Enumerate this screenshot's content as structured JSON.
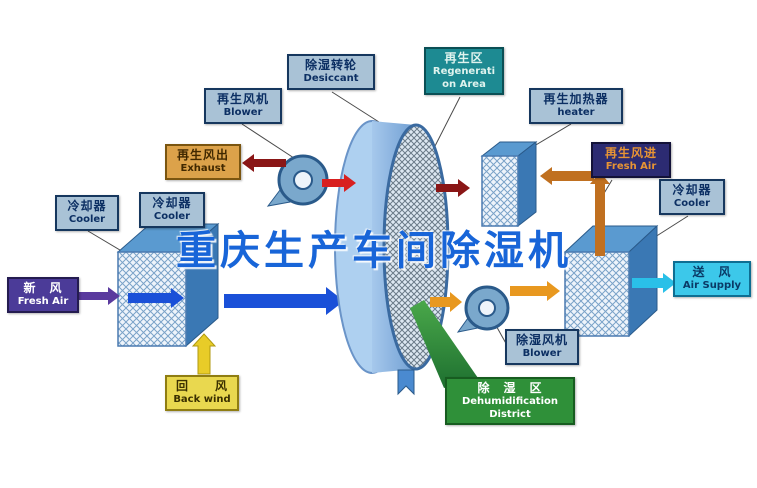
{
  "title": "重庆生产车间除湿机",
  "labels": {
    "regen_blower": {
      "zh": "再生风机",
      "en": "Blower"
    },
    "desiccant_wheel": {
      "zh": "除湿转轮",
      "en": "Desiccant"
    },
    "regen_area": {
      "zh": "再生区",
      "en": "Regenerati on Area"
    },
    "regen_heater": {
      "zh": "再生加热器",
      "en": "heater"
    },
    "exhaust": {
      "zh": "再生风出",
      "en": "Exhaust"
    },
    "regen_air_in": {
      "zh": "再生风进",
      "en": "Fresh Air"
    },
    "cooler_left_outer": {
      "zh": "冷却器",
      "en": "Cooler"
    },
    "cooler_left_inner": {
      "zh": "冷却器",
      "en": "Cooler"
    },
    "cooler_right": {
      "zh": "冷却器",
      "en": "Cooler"
    },
    "fresh_air": {
      "zh": "新　风",
      "en": "Fresh Air"
    },
    "air_supply": {
      "zh": "送　风",
      "en": "Air Supply"
    },
    "back_wind": {
      "zh": "回　　风",
      "en": "Back wind"
    },
    "dehumid_blower": {
      "zh": "除湿风机",
      "en": "Blower"
    },
    "dehumid_district": {
      "zh": "除　湿　区",
      "en_line1": "Dehumidification",
      "en_line2": "District"
    }
  },
  "colors": {
    "title_blue": "#1865d8",
    "process_air_blue": "#1a50d8",
    "fresh_air_purple": "#5a3a9e",
    "return_air_yellow": "#e8cc28",
    "supply_air_cyan": "#2ac0e8",
    "dry_air_orange": "#e8981f",
    "regen_hot_red": "#d82020",
    "regen_exhaust_darkred": "#8a1616",
    "regen_path_brown": "#c07020",
    "dehumid_green": "#2e8f38"
  }
}
